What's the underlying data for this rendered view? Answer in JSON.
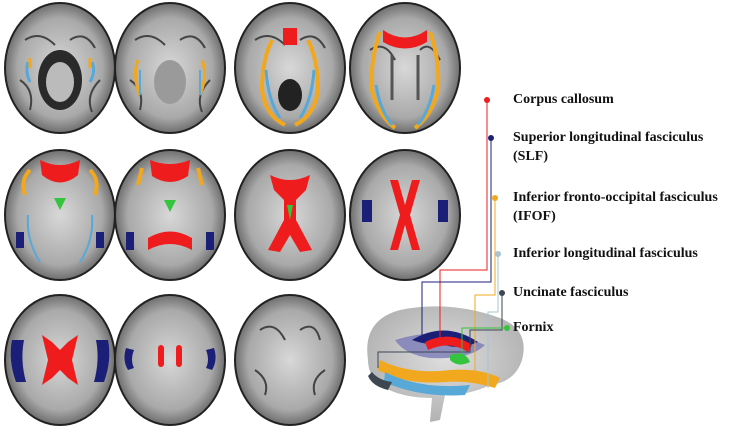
{
  "colors": {
    "corpus_callosum": "#ee1c1c",
    "slf": "#1c1f78",
    "ifof": "#f2a81e",
    "ilf": "#a7c4d4",
    "uncinate": "#3d4752",
    "fornix": "#35c43d"
  },
  "legend": {
    "corpus_callosum": "Corpus callosum",
    "slf_line1": "Superior longitudinal fasciculus",
    "slf_line2": "(SLF)",
    "ifof_line1": "Inferior fronto-occipital fasciculus",
    "ifof_line2": "(IFOF)",
    "ilf": "Inferior longitudinal fasciculus",
    "uncinate": "Uncinate fasciculus",
    "fornix": "Fornix"
  }
}
